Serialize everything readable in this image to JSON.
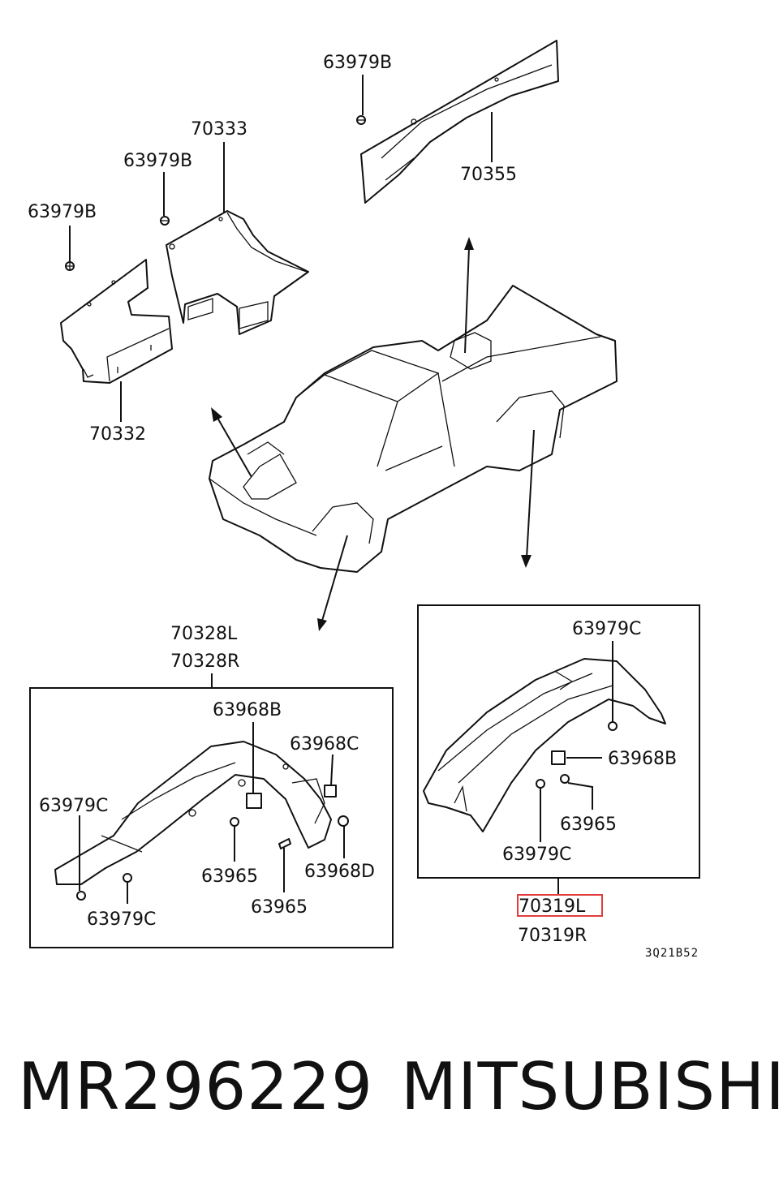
{
  "labels": {
    "p63979b_top": "63979B",
    "p70355": "70355",
    "p70333": "70333",
    "p63979b_mid": "63979B",
    "p63979b_left": "63979B",
    "p70332": "70332",
    "p70328l": "70328L",
    "p70328r": "70328R",
    "p63968b_left": "63968B",
    "p63968c": "63968C",
    "p63979c_left": "63979C",
    "p63965_a": "63965",
    "p63968d": "63968D",
    "p63979c_bottom": "63979C",
    "p63965_b": "63965",
    "p63979c_right_top": "63979C",
    "p63968b_right": "63968B",
    "p63965_right": "63965",
    "p63979c_right_bottom": "63979C",
    "p70319l": "70319L",
    "p70319r": "70319R",
    "diagram_code": "3Q21B52"
  },
  "footer": {
    "part_number": "MR296229",
    "brand": "MITSUBISHI"
  },
  "colors": {
    "line": "#111111",
    "highlight": "#e23c3c",
    "background": "#ffffff"
  }
}
